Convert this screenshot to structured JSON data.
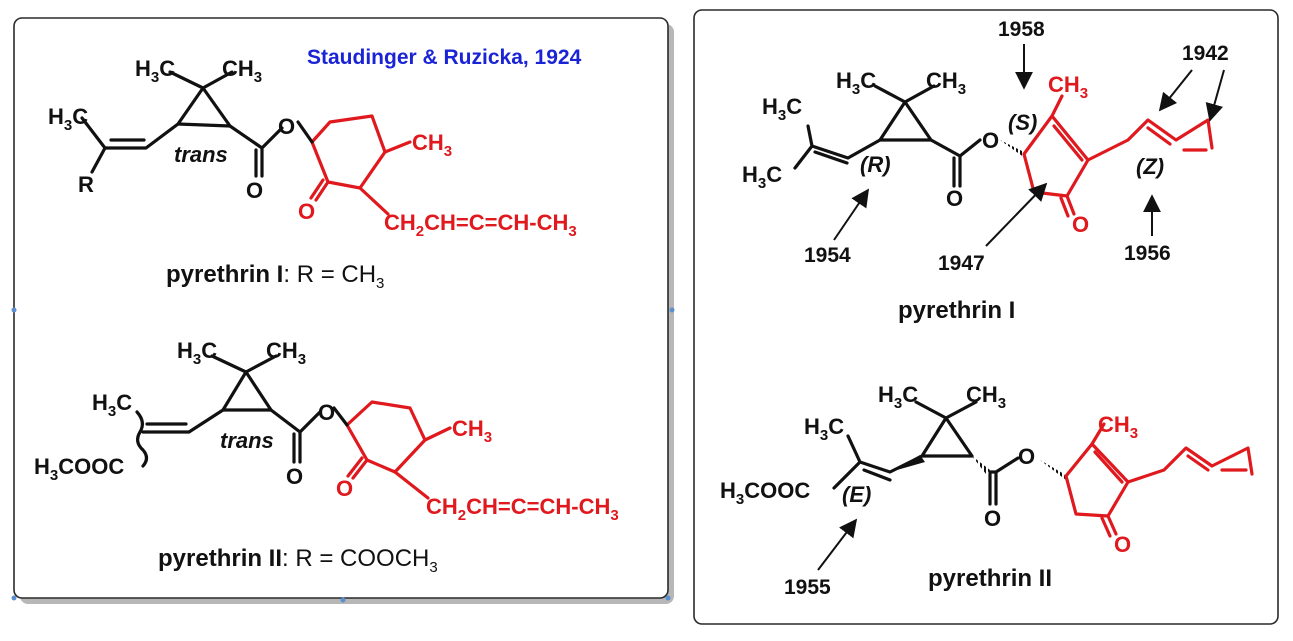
{
  "colors": {
    "black": "#111111",
    "red": "#e0191e",
    "blue": "#1a24d6",
    "panel_border": "#2a2a2a",
    "shadow": "#b7b7b7"
  },
  "left_panel": {
    "credit": "Staudinger & Ruzicka, 1924",
    "pyrethrin1": {
      "name_label": "pyrethrin I",
      "formula_label": ":  R = CH",
      "formula_sub": "3",
      "trans": "trans",
      "R": "R",
      "H3C": "H",
      "H3C_sub": "3",
      "H3C_c": "C",
      "CH3": "CH",
      "CH3_sub": "3",
      "O": "O",
      "chain": [
        "CH",
        "2",
        "CH=C=CH-CH",
        "3"
      ]
    },
    "pyrethrin2": {
      "name_label": "pyrethrin II",
      "formula_label": ": R = COOCH",
      "formula_sub": "3",
      "trans": "trans",
      "H3COOC": "H",
      "H3COOC_sub": "3",
      "H3COOC_c": "COOC",
      "chain": [
        "CH",
        "2",
        "CH=C=CH-CH",
        "3"
      ]
    }
  },
  "right_panel": {
    "pyrethrin1": {
      "name_label": "pyrethrin I",
      "stereo": [
        "(R)",
        "(S)",
        "(Z)"
      ],
      "years": [
        "1958",
        "1942",
        "1954",
        "1947",
        "1956"
      ]
    },
    "pyrethrin2": {
      "name_label": "pyrethrin II",
      "stereo": [
        "(E)"
      ],
      "years": [
        "1955"
      ]
    }
  }
}
